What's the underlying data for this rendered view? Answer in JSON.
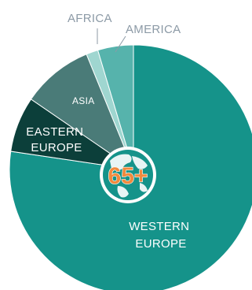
{
  "chart_data": {
    "type": "pie",
    "categories": [
      "WESTERN EUROPE",
      "EASTERN EUROPE",
      "ASIA",
      "AFRICA",
      "AMERICA"
    ],
    "values": [
      75,
      7,
      9,
      1.5,
      4.5
    ],
    "colors": [
      "#15938a",
      "#0c3f3a",
      "#4a7b78",
      "#9fd6d0",
      "#56b3ac"
    ],
    "title": "",
    "legend": "none",
    "center_label": "65+"
  }
}
